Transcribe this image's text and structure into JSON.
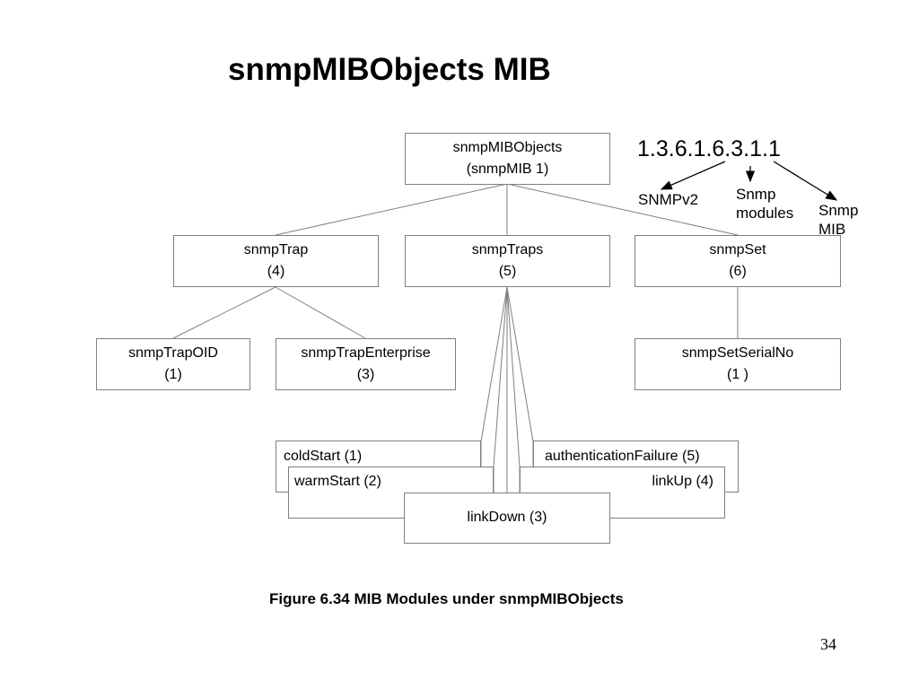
{
  "title": "snmpMIBObjects MIB",
  "root": {
    "line1": "snmpMIBObjects",
    "line2": "(snmpMIB 1)"
  },
  "level1": [
    {
      "line1": "snmpTrap",
      "line2": "(4)"
    },
    {
      "line1": "snmpTraps",
      "line2": "(5)"
    },
    {
      "line1": "snmpSet",
      "line2": "(6)"
    }
  ],
  "level2": [
    {
      "line1": "snmpTrapOID",
      "line2": "(1)"
    },
    {
      "line1": "snmpTrapEnterprise",
      "line2": "(3)"
    },
    {
      "line1": "snmpSetSerialNo",
      "line2": "(1 )"
    }
  ],
  "traps": {
    "coldStart": "coldStart (1)",
    "authenticationFailure": "authenticationFailure (5)",
    "warmStart": "warmStart (2)",
    "linkUp": "linkUp (4)",
    "linkDown": "linkDown (3)"
  },
  "oid": {
    "value": "1.3.6.1.6.3.1.1",
    "labels": {
      "snmpv2": "SNMPv2",
      "modules": "Snmp modules",
      "mib": "Snmp MIB"
    }
  },
  "caption": "Figure 6.34 MIB Modules under snmpMIBObjects",
  "page_number": "34"
}
